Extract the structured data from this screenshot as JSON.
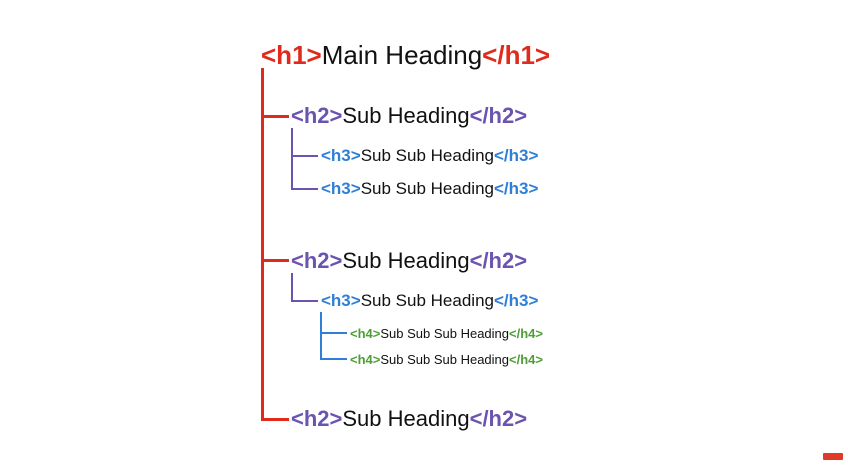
{
  "diagram": {
    "colors": {
      "h1": "#e02a1b",
      "h2": "#6a54b0",
      "h3": "#2f7fd6",
      "h4": "#4e9e36",
      "text": "#111111"
    },
    "nodes": [
      {
        "level": "h1",
        "open": "<h1>",
        "text": "Main Heading",
        "close": "</h1>"
      },
      {
        "level": "h2",
        "open": "<h2>",
        "text": "Sub Heading",
        "close": "</h2>"
      },
      {
        "level": "h3",
        "open": "<h3>",
        "text": "Sub Sub Heading",
        "close": "</h3>"
      },
      {
        "level": "h3",
        "open": "<h3>",
        "text": "Sub Sub Heading",
        "close": "</h3>"
      },
      {
        "level": "h2",
        "open": "<h2>",
        "text": "Sub Heading",
        "close": "</h2>"
      },
      {
        "level": "h3",
        "open": "<h3>",
        "text": "Sub Sub Heading",
        "close": "</h3>"
      },
      {
        "level": "h4",
        "open": "<h4>",
        "text": "Sub Sub Sub Heading",
        "close": "</h4>"
      },
      {
        "level": "h4",
        "open": "<h4>",
        "text": "Sub Sub Sub Heading",
        "close": "</h4>"
      },
      {
        "level": "h2",
        "open": "<h2>",
        "text": "Sub Heading",
        "close": "</h2>"
      }
    ]
  }
}
